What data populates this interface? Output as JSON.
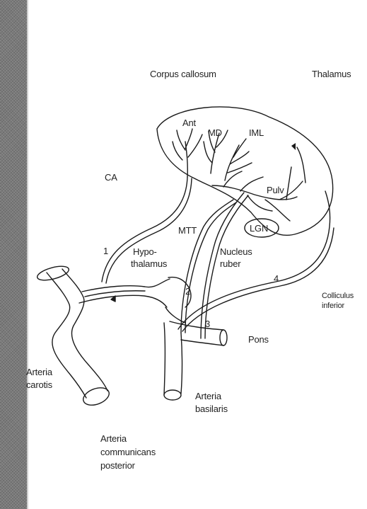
{
  "labels": {
    "corpus_callosum": "Corpus callosum",
    "thalamus": "Thalamus",
    "ant": "Ant",
    "md": "MD",
    "iml": "IML",
    "ca": "CA",
    "pulv": "Pulv",
    "lgn": "LGN",
    "mtt": "MTT",
    "hypothalamus_line1": "Hypo-",
    "hypothalamus_line2": "thalamus",
    "nucleus_line1": "Nucleus",
    "nucleus_line2": "ruber",
    "colliculus_line1": "Colliculus",
    "colliculus_line2": "inferior",
    "pons": "Pons",
    "arteria_carotis_line1": "Arteria",
    "arteria_carotis_line2": "carotis",
    "arteria_basilaris_line1": "Arteria",
    "arteria_basilaris_line2": "basilaris",
    "arteria_comm_line1": "Arteria",
    "arteria_comm_line2": "communicans",
    "arteria_comm_line3": "posterior"
  },
  "numbers": {
    "n1": "1",
    "n2": "2",
    "n3": "3",
    "n4": "4"
  },
  "colors": {
    "line": "#1a1a1a",
    "background": "#ffffff"
  }
}
